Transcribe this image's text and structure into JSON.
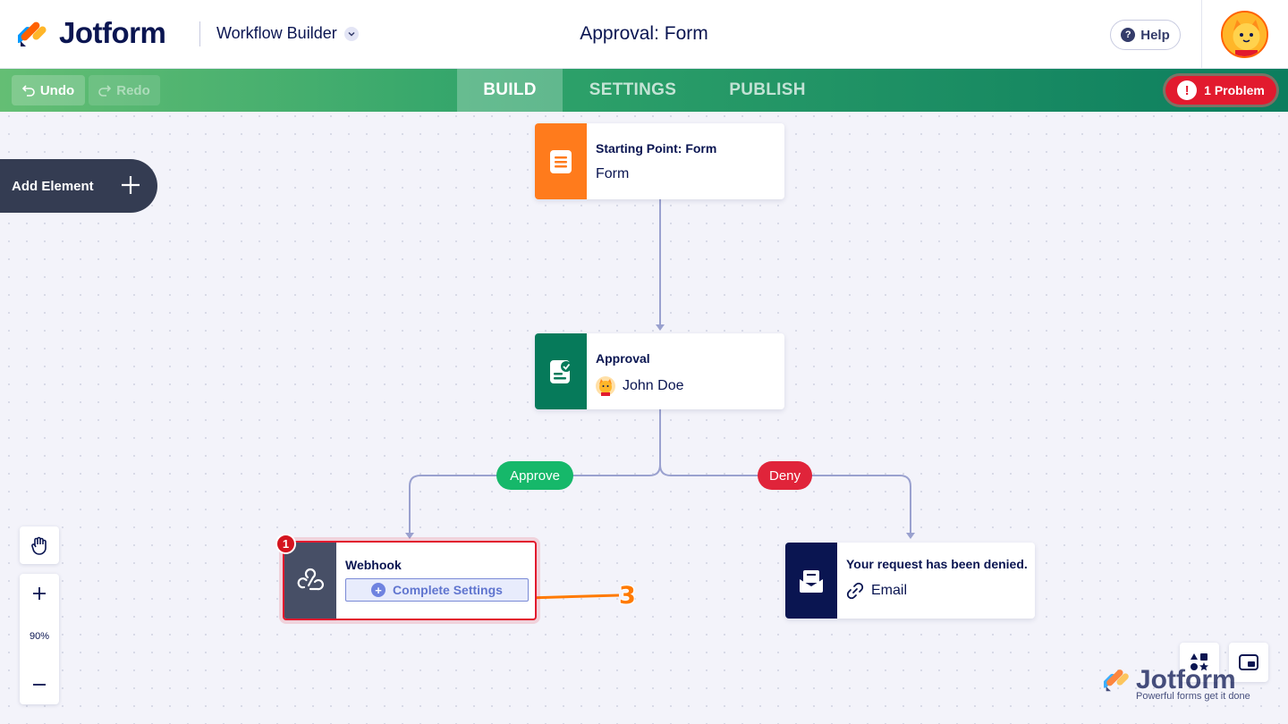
{
  "header": {
    "brand": "Jotform",
    "app_switcher": "Workflow Builder",
    "title": "Approval: Form",
    "help_label": "Help"
  },
  "toolbar": {
    "undo_label": "Undo",
    "redo_label": "Redo",
    "tabs": [
      {
        "label": "BUILD",
        "active": true
      },
      {
        "label": "SETTINGS",
        "active": false
      },
      {
        "label": "PUBLISH",
        "active": false
      }
    ],
    "problem_label": "1 Problem"
  },
  "sidebar": {
    "add_element_label": "Add Element"
  },
  "workflow": {
    "start_node": {
      "title": "Starting Point: Form",
      "subtitle": "Form",
      "icon": "form-icon",
      "color": "#ff7b1c"
    },
    "approval_node": {
      "title": "Approval",
      "assignee": "John Doe",
      "icon": "approval-icon",
      "color": "#067a5a"
    },
    "branches": {
      "approve": "Approve",
      "deny": "Deny"
    },
    "webhook_node": {
      "title": "Webhook",
      "action_label": "Complete Settings",
      "error_count": "1",
      "icon": "webhook-icon",
      "color": "#474f66"
    },
    "email_node": {
      "title": "Your request has been denied.",
      "subtitle": "Email",
      "icon": "envelope-icon",
      "color": "#0a1551"
    }
  },
  "annotation": {
    "step": "3",
    "color": "#ff7a00"
  },
  "zoom": {
    "level": "90%"
  },
  "watermark": {
    "brand": "Jotform",
    "tagline": "Powerful forms get it done"
  },
  "colors": {
    "accent_green": "#0c7d5e",
    "error_red": "#e21a2e",
    "navy": "#0a1551"
  }
}
